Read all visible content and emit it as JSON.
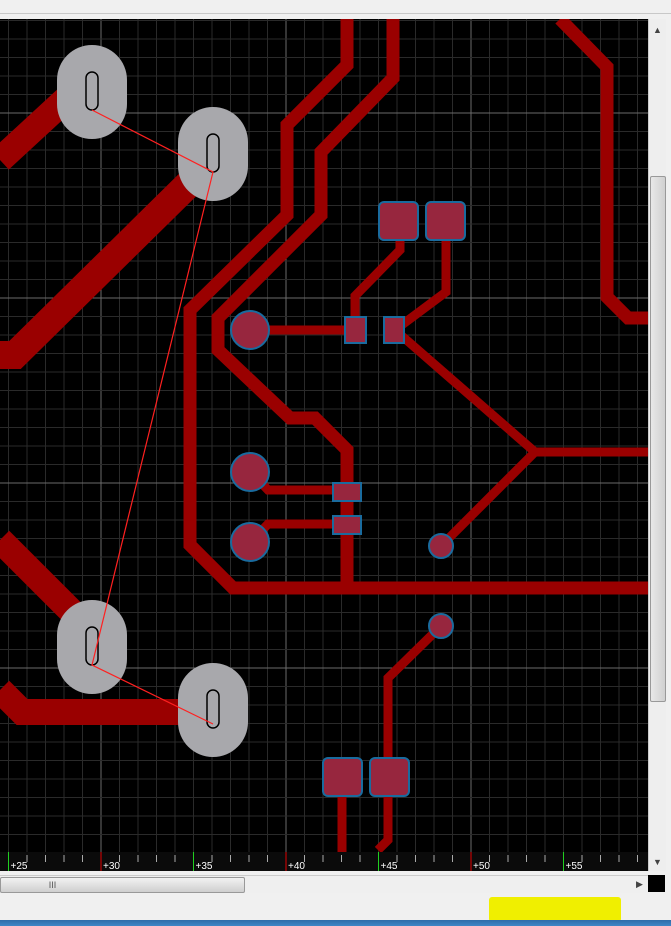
{
  "ruler": {
    "labels": [
      "+25",
      "+30",
      "+35",
      "+40",
      "+45",
      "+50",
      "+55"
    ]
  },
  "hscroll": {
    "grip": "III"
  },
  "scroll_arrows": {
    "up": "▲",
    "down": "▼",
    "right": "▶"
  },
  "colors": {
    "trace": "#9a0000",
    "pad": "#97263e",
    "pad_outline": "#1a6b9e",
    "through_hole": "#a8a8ac",
    "ratsnest": "#ff2020",
    "grid_minor": "#2a2a2a",
    "grid_major": "#6a6a6a"
  }
}
